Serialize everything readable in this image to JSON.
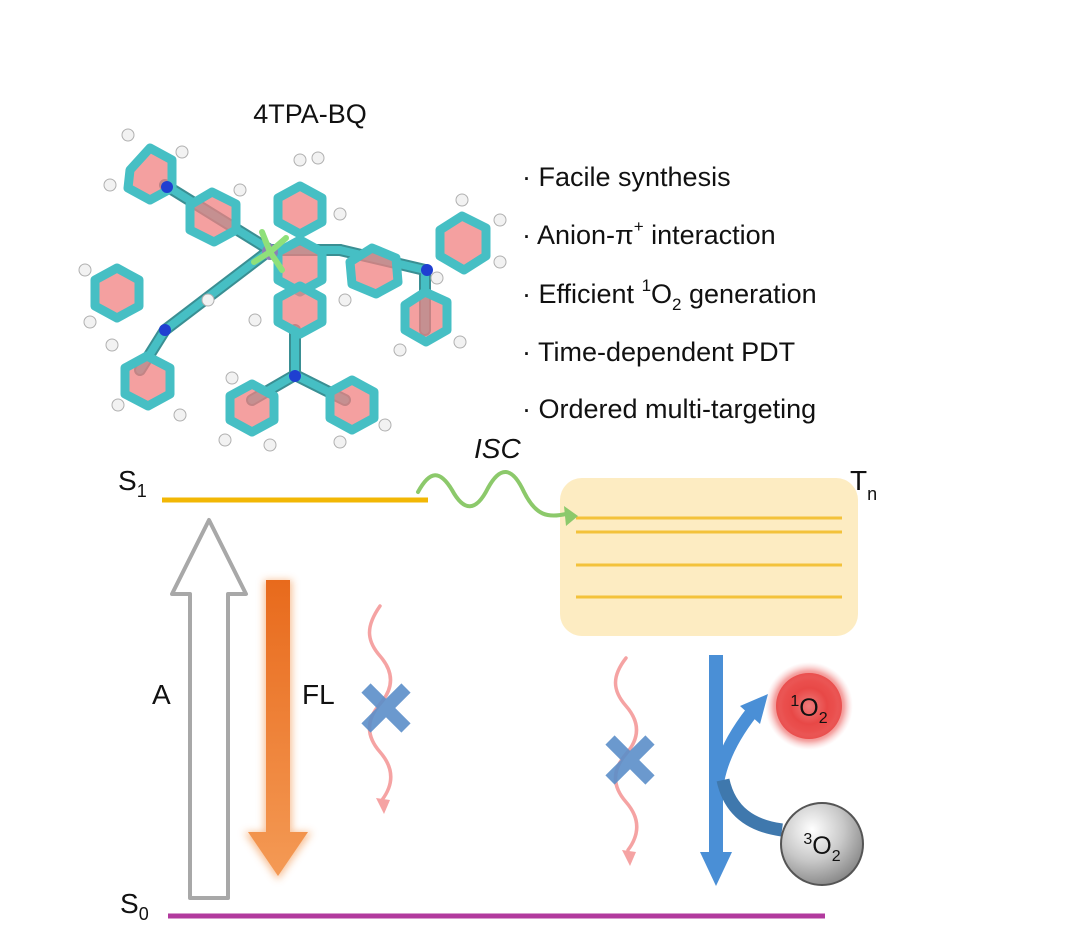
{
  "molecule": {
    "name": "4TPA-BQ"
  },
  "features": [
    {
      "pre": "· Facile synthesis"
    },
    {
      "pre": "· Anion-π",
      "sup": "+",
      "post": " interaction"
    },
    {
      "pre": "· Efficient ",
      "sup": "1",
      "base": "O",
      "sub": "2",
      "post": " generation"
    },
    {
      "pre": "· Time-dependent PDT"
    },
    {
      "pre": "· Ordered multi-targeting"
    }
  ],
  "states": {
    "s1": {
      "base": "S",
      "sub": "1"
    },
    "s0": {
      "base": "S",
      "sub": "0"
    },
    "tn": {
      "base": "T",
      "sub": "n"
    }
  },
  "transitions": {
    "absorption": "A",
    "fluorescence": "FL",
    "isc": "ISC"
  },
  "oxygen": {
    "singlet": {
      "sup": "1",
      "base": "O",
      "sub": "2"
    },
    "triplet": {
      "sup": "3",
      "base": "O",
      "sub": "2"
    }
  },
  "colors": {
    "s1_level": "#f2b705",
    "s0_level": "#b23a9e",
    "tn_box": "#fdecc2",
    "tn_lines": "#f3c23b",
    "absorption_arrow": "#a8a8a8",
    "fl_arrow": "#ee7a22",
    "isc_wave": "#8cc96b",
    "nonradiative_wave": "#f5a3a3",
    "blocked_cross": "#5b8fc9",
    "energy_transfer_arrow": "#4a8fd6",
    "singlet_oxygen": "#e8413f",
    "triplet_oxygen": "#9a9a9a",
    "carbon_atom": "#46bfc4",
    "aromatic_ring": "#f08080",
    "nitrogen_atom": "#1f3fd1",
    "fluorine_atom": "#8fe07a",
    "boron_atom": "#8a7fb8"
  }
}
